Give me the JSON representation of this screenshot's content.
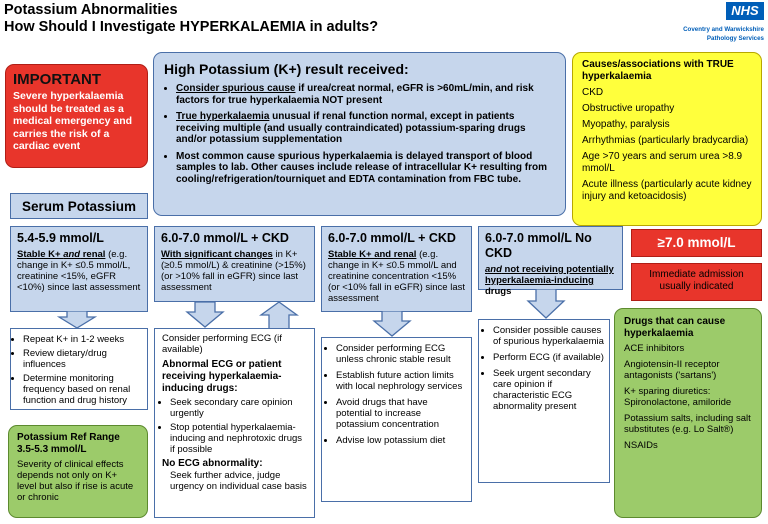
{
  "header": {
    "title_line1": "Potassium Abnormalities",
    "title_line2": "How Should I Investigate HYPERKALAEMIA in adults?",
    "nhs_logo": "NHS",
    "org_line1": "Coventry and Warwickshire",
    "org_line2": "Pathology Services"
  },
  "important": {
    "heading": "IMPORTANT",
    "text": "Severe hyperkalaemia should be treated as a medical emergency and carries the risk of a cardiac event"
  },
  "high_result": {
    "heading": "High Potassium (K+) result received:",
    "b1_u": "Consider spurious cause",
    "b1_rest": " if urea/creat normal, eGFR is >60mL/min, and risk factors for true hyperkalaemia NOT present",
    "b2_b": "True hyperkalaemia",
    "b2_rest": " unusual if renal function normal, except in patients receiving multiple (and usually contraindicated) potassium-sparing drugs and/or potassium supplementation",
    "b3": "Most common cause spurious hyperkalaemia is delayed transport of blood samples to lab. Other causes include release of intracellular K+ resulting from cooling/refrigeration/tourniquet and EDTA contamination from FBC tube."
  },
  "causes": {
    "heading": "Causes/associations with TRUE hyperkalaemia",
    "items": [
      "CKD",
      "Obstructive uropathy",
      "Myopathy, paralysis",
      "Arrhythmias (particularly bradycardia)",
      "Age >70 years and serum urea >8.9 mmol/L",
      "Acute illness (particularly acute kidney injury and ketoacidosis)"
    ]
  },
  "serum": {
    "label": "Serum Potassium"
  },
  "col1": {
    "title": "5.4-5.9 mmol/L",
    "sub_u": "Stable K+ ",
    "sub_ui": "and",
    "sub_u2": " renal",
    "sub_rest": " (e.g. change in K+ ≤0.5 mmol/L, creatinine <15%, eGFR <10%) since last assessment",
    "actions": [
      "Repeat K+ in 1-2 weeks",
      "Review dietary/drug influences",
      "Determine monitoring frequency based on renal function and drug history"
    ]
  },
  "col2": {
    "title": "6.0-7.0 mmol/L + CKD",
    "sub_u": "With significant changes",
    "sub_rest": " in K+ (≥0.5 mmol/L) & creatinine (>15%) (or >10% fall in eGFR) since last assessment",
    "a1": "Consider performing ECG (if available)",
    "a2_head": "Abnormal ECG or patient receiving hyperkalaemia-inducing drugs:",
    "a2_items": [
      "Seek secondary care opinion urgently",
      "Stop potential hyperkalaemia-inducing and nephrotoxic drugs if possible"
    ],
    "a3_head": "No ECG abnormality:",
    "a3_text": "Seek further advice, judge urgency on individual case basis"
  },
  "col3": {
    "title": "6.0-7.0 mmol/L + CKD",
    "sub_u": "Stable K+ and renal",
    "sub_rest": " (e.g. change in K+ ≤0.5 mmol/L and creatinine concentration <15% (or <10% fall in eGFR) since last assessment",
    "actions": [
      "Consider performing ECG unless chronic stable result",
      "Establish future action limits with local nephrology services",
      "Avoid drugs that have potential to increase potassium concentration",
      "Advise low potassium diet"
    ]
  },
  "col4": {
    "title": "6.0-7.0 mmol/L No CKD",
    "sub_ui": "and",
    "sub_u": " not receiving potentially hyperkalaemia-inducing",
    "sub_rest": " drugs",
    "actions": [
      "Consider possible causes of spurious hyperkalaemia",
      "Perform ECG (if available)",
      "Seek urgent secondary care opinion if characteristic ECG abnormality present"
    ]
  },
  "col5": {
    "title": "≥7.0 mmol/L",
    "action": "Immediate admission usually indicated"
  },
  "ref_range": {
    "heading": "Potassium Ref Range 3.5-5.3 mmol/L",
    "text": "Severity of clinical effects depends not only on K+ level but also if rise is acute or chronic"
  },
  "drugs": {
    "heading": "Drugs that can cause hyperkalaemia",
    "items": [
      "ACE inhibitors",
      "Angiotensin-II receptor antagonists ('sartans')",
      "K+ sparing diuretics: Spironolactone, amiloride",
      "Potassium salts, including salt substitutes (e.g. Lo Salt®)",
      "NSAIDs"
    ]
  }
}
